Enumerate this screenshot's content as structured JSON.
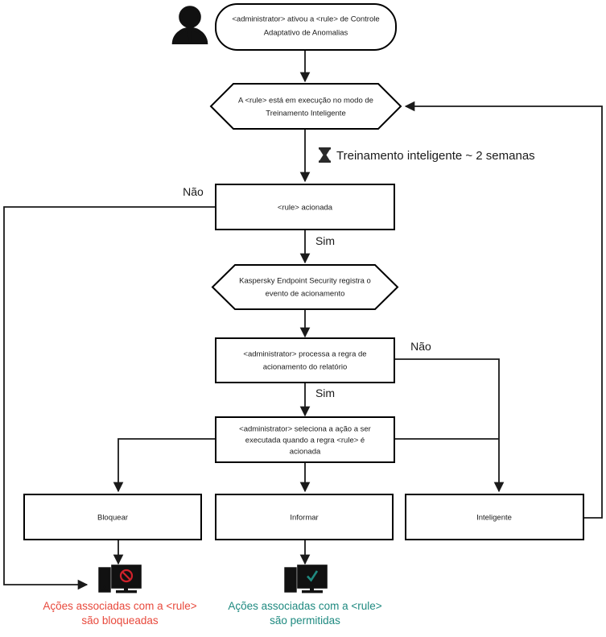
{
  "diagram": {
    "title_nodes": {
      "actor_icon": "person-icon",
      "start": "<administrator> ativou a <rule> de Controle Adaptativo de Anomalias",
      "start_line1": "<administrator> ativou a <rule> de Controle",
      "start_line2": "Adaptativo de Anomalias",
      "decision_training_line1": "A <rule> está em execução no modo de",
      "decision_training_line2": "Treinamento Inteligente",
      "rule_triggered": "<rule> acionada",
      "kes_log_line1": "Kaspersky Endpoint Security registra o",
      "kes_log_line2": "evento de acionamento",
      "admin_process_line1": "<administrator> processa a regra de",
      "admin_process_line2": "acionamento do relatório",
      "admin_select_line1": "<administrator> seleciona a ação a ser",
      "admin_select_line2": "executada quando a regra <rule> é",
      "admin_select_line3": "acionada",
      "action_block": "Bloquear",
      "action_inform": "Informar",
      "action_smart": "Inteligente"
    },
    "edge_labels": {
      "nao_1": "Não",
      "sim_1": "Sim",
      "nao_2": "Não",
      "sim_2": "Sim"
    },
    "annotations": {
      "training_note": "Treinamento inteligente ~ 2 semanas",
      "training_note_icon": "hourglass-icon"
    },
    "outcomes": {
      "blocked_icon": "monitor-blocked-icon",
      "blocked_line1": "Ações associadas com a <rule>",
      "blocked_line2": "são bloqueadas",
      "allowed_icon": "monitor-allowed-icon",
      "allowed_line1": "Ações associadas com a <rule>",
      "allowed_line2": "são permitidas"
    },
    "colors": {
      "blocked": "#e8493c",
      "allowed": "#1f8a80",
      "deny_badge": "#d0212b",
      "allow_badge": "#1f8a80",
      "stroke": "#000000",
      "background": "#ffffff"
    }
  }
}
